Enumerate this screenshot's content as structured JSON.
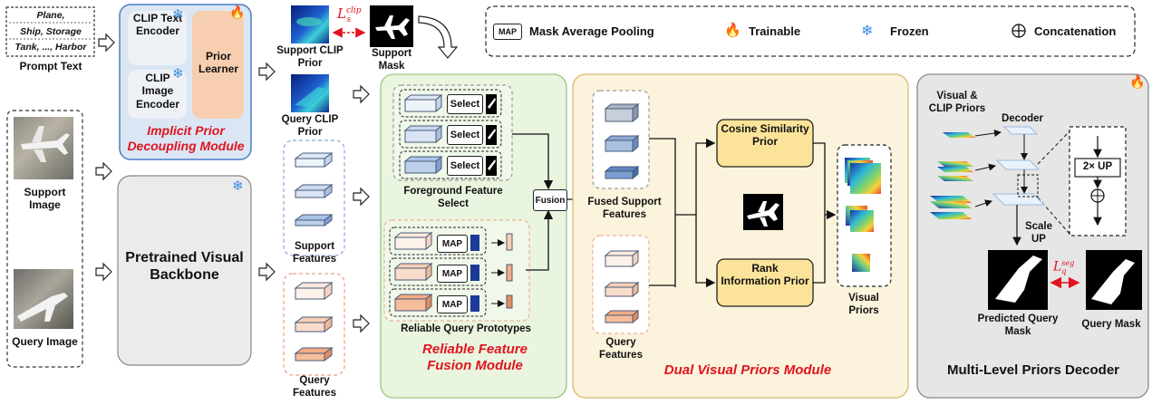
{
  "prompt": {
    "classes": [
      "Plane,",
      "Ship, Storage",
      "Tank, ..., Harbor"
    ],
    "label": "Prompt Text"
  },
  "inputs": {
    "support_image_label": "Support Image",
    "query_image_label": "Query Image"
  },
  "implicit_module": {
    "clip_text_encoder": "CLIP Text Encoder",
    "clip_image_encoder": "CLIP Image Encoder",
    "prior_learner": "Prior Learner",
    "title": "Implicit Prior Decoupling Module"
  },
  "backbone": {
    "label": "Pretrained Visual Backbone"
  },
  "priors": {
    "support_clip_prior": "Support CLIP Prior",
    "query_clip_prior": "Query CLIP Prior",
    "support_mask": "Support Mask",
    "loss_clip": "L",
    "loss_clip_sup": "clip",
    "loss_clip_sub": "s"
  },
  "features": {
    "support": "Support Features",
    "query": "Query Features"
  },
  "legend": {
    "map_box": "MAP",
    "map_desc": "Mask Average Pooling",
    "trainable": "Trainable",
    "frozen": "Frozen",
    "concat": "Concatenation"
  },
  "fusion_module": {
    "select": "Select",
    "foreground_select": "Foreground Feature Select",
    "fusion": "Fusion",
    "map": "MAP",
    "reliable_prototypes": "Reliable Query Prototypes",
    "title": "Reliable Feature Fusion Module"
  },
  "dual_module": {
    "fused_support": "Fused Support Features",
    "query_features": "Query Features",
    "cosine_prior": "Cosine Similarity Prior",
    "rank_prior": "Rank Information Prior",
    "visual_priors": "Visual Priors",
    "title": "Dual Visual Priors Module"
  },
  "decoder": {
    "inputs": "Visual & CLIP Priors",
    "decoder": "Decoder",
    "up": "2× UP",
    "scale_up": "Scale UP",
    "predicted_mask": "Predicted Query Mask",
    "query_mask": "Query Mask",
    "loss_seg": "L",
    "loss_seg_sup": "seg",
    "loss_seg_sub": "q",
    "title": "Multi-Level Priors Decoder"
  },
  "colors": {
    "implicit_bg": "#dbe6f5",
    "implicit_border": "#4a7ec4",
    "prior_learner": "#f7cfb0",
    "fusion_bg": "#e9f5df",
    "dual_bg": "#fbf3dc",
    "decoder_bg": "#e6e6e6",
    "prior_box": "#fbe49a",
    "red": "#e0141e"
  }
}
